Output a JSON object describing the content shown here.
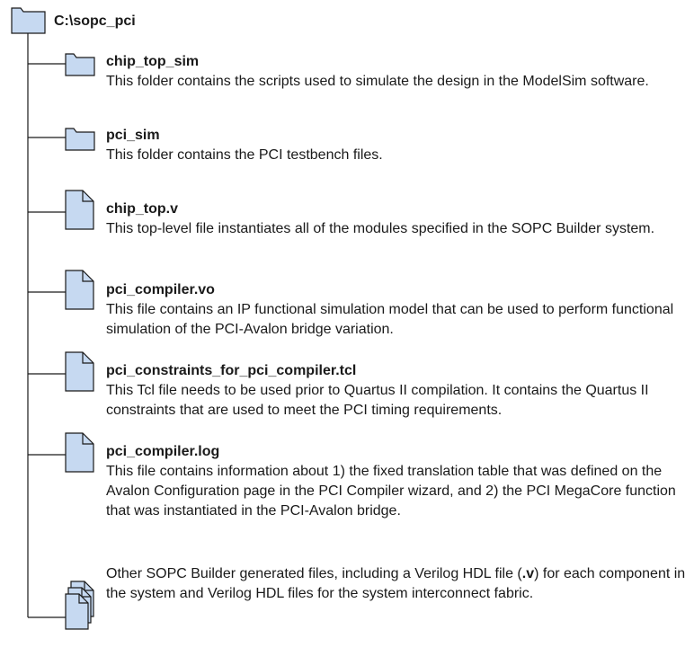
{
  "root": {
    "path": "C:\\sopc_pci"
  },
  "entries": [
    {
      "name": "chip_top_sim",
      "icon": "folder-icon",
      "description": "This folder contains the scripts used to simulate the design in the ModelSim software."
    },
    {
      "name": "pci_sim",
      "icon": "folder-icon",
      "description": "This folder contains the PCI testbench files."
    },
    {
      "name": "chip_top.v",
      "icon": "file-icon",
      "description": "This top-level file instantiates all of the modules specified in the SOPC Builder system."
    },
    {
      "name": "pci_compiler.vo",
      "icon": "file-icon",
      "description": "This file contains an IP functional simulation model that can be used to perform functional simulation of the PCI-Avalon bridge variation."
    },
    {
      "name": "pci_constraints_for_pci_compiler.tcl",
      "icon": "file-icon",
      "description": "This Tcl file needs to be used prior to Quartus II compilation. It contains the Quartus II constraints that are used to meet the PCI timing requirements."
    },
    {
      "name": "pci_compiler.log",
      "icon": "file-icon",
      "description": "This file contains information about 1) the fixed translation table that was defined on the Avalon Configuration page in the PCI Compiler wizard, and 2) the PCI MegaCore function that was instantiated in the PCI-Avalon bridge."
    }
  ],
  "other_files": {
    "icon": "multiple-files-icon",
    "text_before": "Other SOPC Builder generated files, including a Verilog HDL file (",
    "text_ext": ".v",
    "text_after": ") for each component in the system and Verilog HDL files for the system interconnect fabric."
  },
  "colors": {
    "icon_fill": "#c6d9f1",
    "line": "#1a1a1a"
  }
}
